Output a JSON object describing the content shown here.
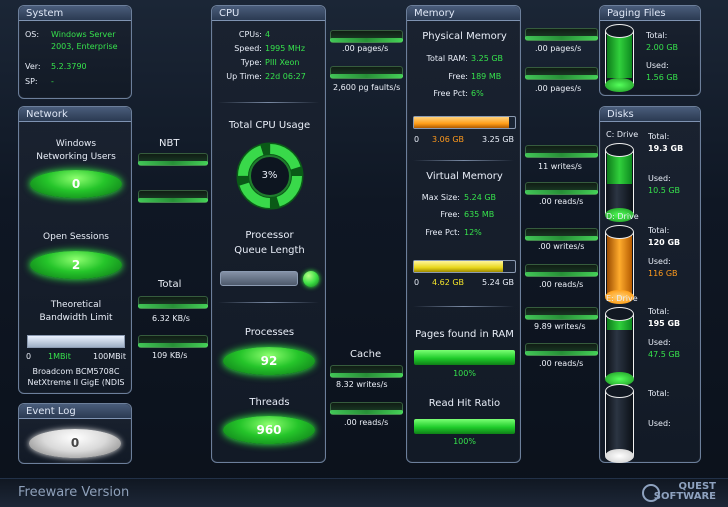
{
  "system": {
    "title": "System",
    "os_label": "OS:",
    "os_line1": "Windows Server",
    "os_line2": "2003, Enterprise",
    "ver_label": "Ver:",
    "ver": "5.2.3790",
    "sp_label": "SP:",
    "sp": "-"
  },
  "network": {
    "title": "Network",
    "users_title_1": "Windows",
    "users_title_2": "Networking Users",
    "users_value": "0",
    "sessions_title": "Open Sessions",
    "sessions_value": "2",
    "bandwidth_title_1": "Theoretical",
    "bandwidth_title_2": "Bandwidth Limit",
    "scale_left": "0",
    "scale_mid": "1MBit",
    "scale_right": "100MBit",
    "adapter_1": "Broadcom BCM5708C",
    "adapter_2": "NetXtreme II GigE (NDIS",
    "bandwidth_fraction": 1
  },
  "network_graph": {
    "nbt": "NBT",
    "total": "Total",
    "rate1": "6.32 KB/s",
    "rate2": "109 KB/s"
  },
  "event_log": {
    "title": "Event Log",
    "value": "0"
  },
  "cpu": {
    "title": "CPU",
    "cpus_label": "CPUs:",
    "cpus": "4",
    "speed_label": "Speed:",
    "speed": "1995 MHz",
    "type_label": "Type:",
    "type": "PIII Xeon",
    "uptime_label": "Up Time:",
    "uptime": "22d 06:27",
    "total_usage_title": "Total CPU Usage",
    "usage_value": "3%",
    "queue_title_1": "Processor",
    "queue_title_2": "Queue Length",
    "processes_title": "Processes",
    "processes_value": "92",
    "threads_title": "Threads",
    "threads_value": "960"
  },
  "between_cpu_memory": {
    "pages_sec": ".00 pages/s",
    "page_faults": "2,600 pg faults/s",
    "cache": "Cache",
    "cache_writes": "8.32 writes/s",
    "cache_reads": ".00 reads/s"
  },
  "memory": {
    "title": "Memory",
    "physical_title": "Physical Memory",
    "total_ram_label": "Total RAM:",
    "total_ram": "3.25 GB",
    "free_label": "Free:",
    "free": "189 MB",
    "freepct_label": "Free Pct:",
    "freepct": "6%",
    "phys_used": "3.06 GB",
    "phys_total": "3.25 GB",
    "phys_zero": "0",
    "virtual_title": "Virtual Memory",
    "max_size_label": "Max Size:",
    "max_size": "5.24 GB",
    "vfree_label": "Free:",
    "vfree": "635 MB",
    "vfreepct_label": "Free Pct:",
    "vfreepct": "12%",
    "virt_used": "4.62 GB",
    "virt_total": "5.24 GB",
    "virt_zero": "0",
    "pages_found_title": "Pages found in RAM",
    "pages_found_pct": "100%",
    "read_hit_title": "Read Hit Ratio",
    "read_hit_pct": "100%",
    "phys_used_fraction": 0.94,
    "virt_used_fraction": 0.88
  },
  "right_rates": {
    "pages_sec": ".00 pages/s",
    "pages_sec2": ".00 pages/s",
    "writes1": "11 writes/s",
    "reads1": ".00 reads/s",
    "writes2": ".00 writes/s",
    "reads2": ".00 reads/s",
    "writes3": "9.89 writes/s",
    "reads3": ".00 reads/s"
  },
  "paging": {
    "title": "Paging Files",
    "total_label": "Total:",
    "total": "2.00 GB",
    "used_label": "Used:",
    "used": "1.56 GB"
  },
  "disks": {
    "title": "Disks",
    "c_label": "C: Drive",
    "c_total_label": "Total:",
    "c_total": "19.3 GB",
    "c_used_label": "Used:",
    "c_used": "10.5 GB",
    "d_label": "D: Drive",
    "d_total_label": "Total:",
    "d_total": "120 GB",
    "d_used_label": "Used:",
    "d_used": "116 GB",
    "e_label": "E: Drive",
    "e_total_label": "Total:",
    "e_total": "195 GB",
    "e_used_label": "Used:",
    "e_used": "47.5 GB",
    "x_total_label": "Total:",
    "x_used_label": "Used:"
  },
  "footer": {
    "freeware": "Freeware Version",
    "vendor1": "QUEST",
    "vendor2": "SOFTWARE"
  },
  "colors": {
    "green": "#36e24c",
    "orange": "#ff9a1c",
    "yellow": "#e8db16"
  }
}
